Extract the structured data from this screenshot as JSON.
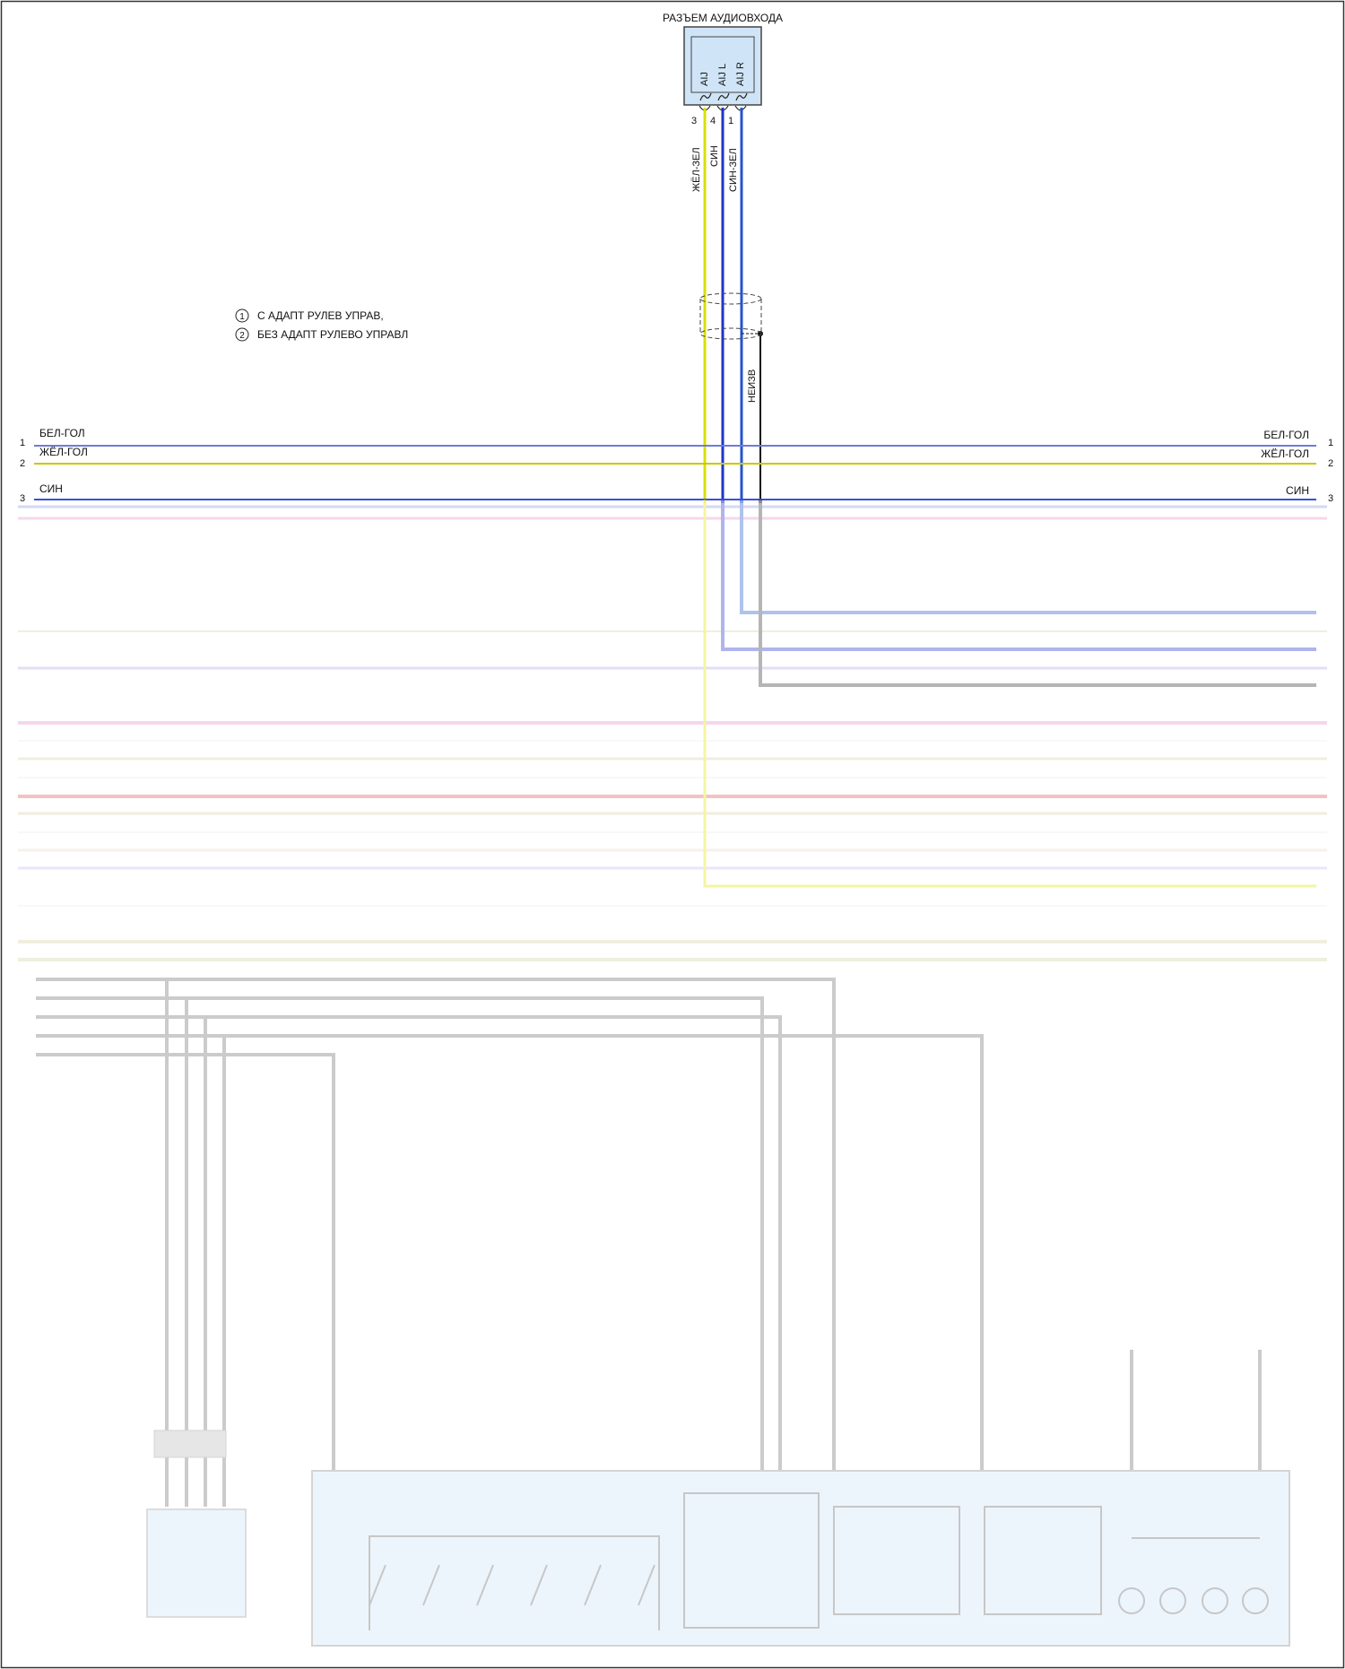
{
  "connector": {
    "title": "РАЗЪЕМ АУДИОВХОДА",
    "pins": [
      "AIJ",
      "AIJ L",
      "AIJ R"
    ],
    "pin_numbers": [
      "3",
      "4",
      "1"
    ]
  },
  "vertical_wires": [
    {
      "label": "ЖЁЛ-ЗЕЛ",
      "color": "#d8e000"
    },
    {
      "label": "СИН",
      "color": "#2233cc"
    },
    {
      "label": "СИН-ЗЕЛ",
      "color": "#2255cc"
    }
  ],
  "shield": {
    "drain_label": "НЕИЗВ"
  },
  "notes": [
    {
      "marker": "1",
      "text": "С АДАПТ РУЛЕВ УПРАВ,"
    },
    {
      "marker": "2",
      "text": "БЕЗ АДАПТ РУЛЕВО УПРАВЛ"
    }
  ],
  "harness": [
    {
      "num": "1",
      "left_label": "БЕЛ-ГОЛ",
      "right_label": "БЕЛ-ГОЛ",
      "color": "#6f7bd8"
    },
    {
      "num": "2",
      "left_label": "ЖЁЛ-ГОЛ",
      "right_label": "ЖЁЛ-ГОЛ",
      "color": "#c9c800"
    },
    {
      "num": "3",
      "left_label": "СИН",
      "right_label": "СИН",
      "color": "#3c4fd8"
    }
  ],
  "colors": {
    "box_fill": "#cfe4f6",
    "box_stroke": "#4a4a4a",
    "gray_wire": "#6f6f6f",
    "pink_wire": "#e98fd0",
    "red_wire": "#e05555",
    "beige_wire": "#d6d0a6",
    "lavender_wire": "#c9b8ef",
    "blur_overlay": "#ffffff"
  }
}
